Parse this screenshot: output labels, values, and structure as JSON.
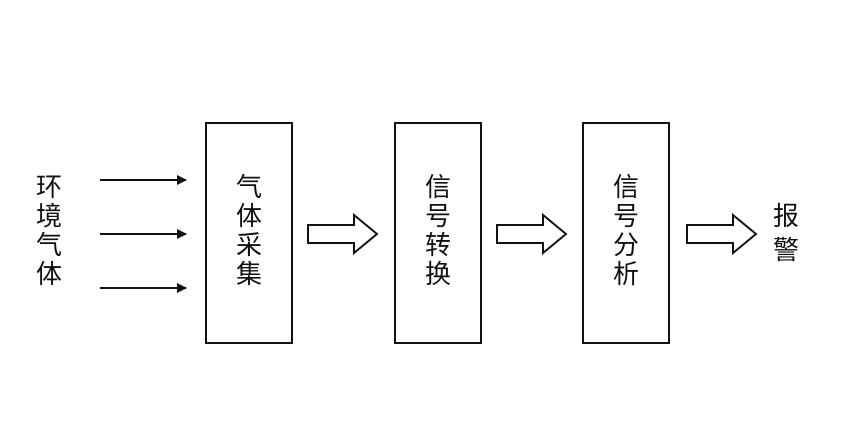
{
  "diagram": {
    "input_label": "环境气体",
    "stages": [
      {
        "label": "气体采集"
      },
      {
        "label": "信号转换"
      },
      {
        "label": "信号分析"
      }
    ],
    "output_label": "报警",
    "colors": {
      "line": "#111111",
      "background": "#ffffff"
    }
  }
}
